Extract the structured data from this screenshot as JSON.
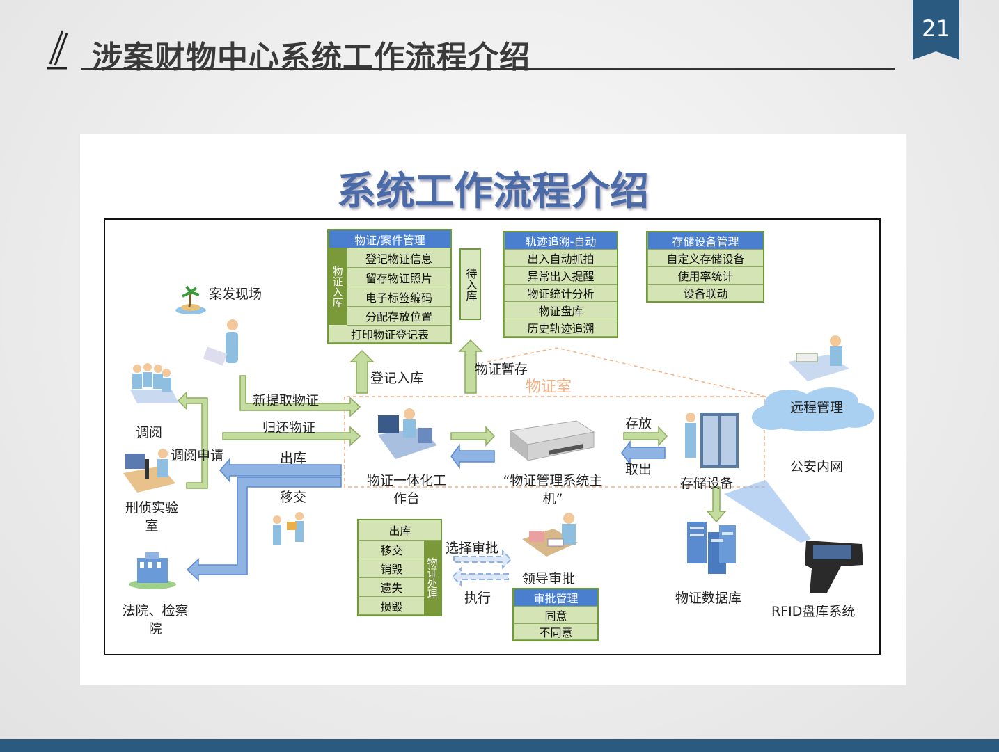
{
  "slide": {
    "title": "涉案财物中心系统工作流程介绍",
    "page_number": "21"
  },
  "diagram": {
    "title": "系统工作流程介绍",
    "evidence_mgmt": {
      "header": "物证/案件管理",
      "side": "物证入库",
      "rows": [
        "登记物证信息",
        "留存物证照片",
        "电子标签编码",
        "分配存放位置"
      ],
      "footer": "打印物证登记表"
    },
    "pending": "待入库",
    "tracking": {
      "header": "轨迹追溯-自动",
      "rows": [
        "出入自动抓拍",
        "异常出入提醒",
        "物证统计分析",
        "物证盘库",
        "历史轨迹追溯"
      ]
    },
    "storage_mgmt": {
      "header": "存储设备管理",
      "rows": [
        "自定义存储设备",
        "使用率统计",
        "设备联动"
      ]
    },
    "outbound": {
      "header": "出库",
      "side": "物证处理",
      "rows": [
        "移交",
        "销毁",
        "遗失",
        "损毁"
      ]
    },
    "approval": {
      "header": "审批管理",
      "rows": [
        "同意",
        "不同意"
      ]
    },
    "labels": {
      "scene": "案发现场",
      "consult": "调阅",
      "consult_request": "调阅申请",
      "lab": "刑侦实验室",
      "court": "法院、检察院",
      "new_evidence": "新提取物证",
      "return_evidence": "归还物证",
      "checkout": "出库",
      "transfer": "移交",
      "register": "登记入库",
      "temp_store": "物证暂存",
      "evidence_room": "物证室",
      "workstation": "物证一体化工作台",
      "host": "“物证管理系统主机”",
      "store": "存放",
      "takeout": "取出",
      "storage_device": "存储设备",
      "remote": "远程管理",
      "intranet": "公安内网",
      "database": "物证数据库",
      "rfid": "RFID盘库系统",
      "select_approval": "选择审批",
      "execute": "执行",
      "leader_approval": "领导审批"
    }
  }
}
